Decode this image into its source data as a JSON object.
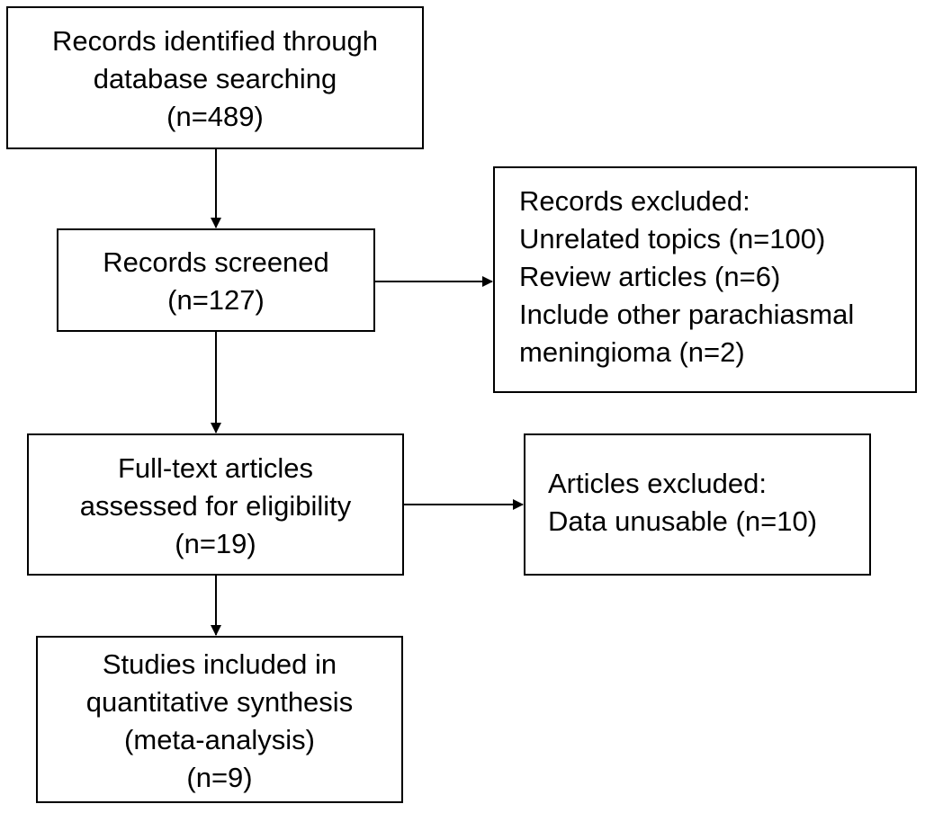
{
  "identified": {
    "lines": [
      "Records identified through",
      "database searching",
      "(n=489)"
    ]
  },
  "screened": {
    "lines": [
      "Records screened",
      "(n=127)"
    ]
  },
  "records_excluded": {
    "lines": [
      "Records excluded:",
      "Unrelated topics (n=100)",
      "Review articles (n=6)",
      "Include other parachiasmal",
      "meningioma (n=2)"
    ]
  },
  "fulltext": {
    "lines": [
      "Full-text articles",
      "assessed for eligibility",
      "(n=19)"
    ]
  },
  "articles_excluded": {
    "lines": [
      "Articles excluded:",
      "Data unusable (n=10)"
    ]
  },
  "included": {
    "lines": [
      "Studies included in",
      "quantitative synthesis",
      "(meta-analysis)",
      "(n=9)"
    ]
  },
  "colors": {
    "line": "#000000",
    "background": "#ffffff"
  }
}
